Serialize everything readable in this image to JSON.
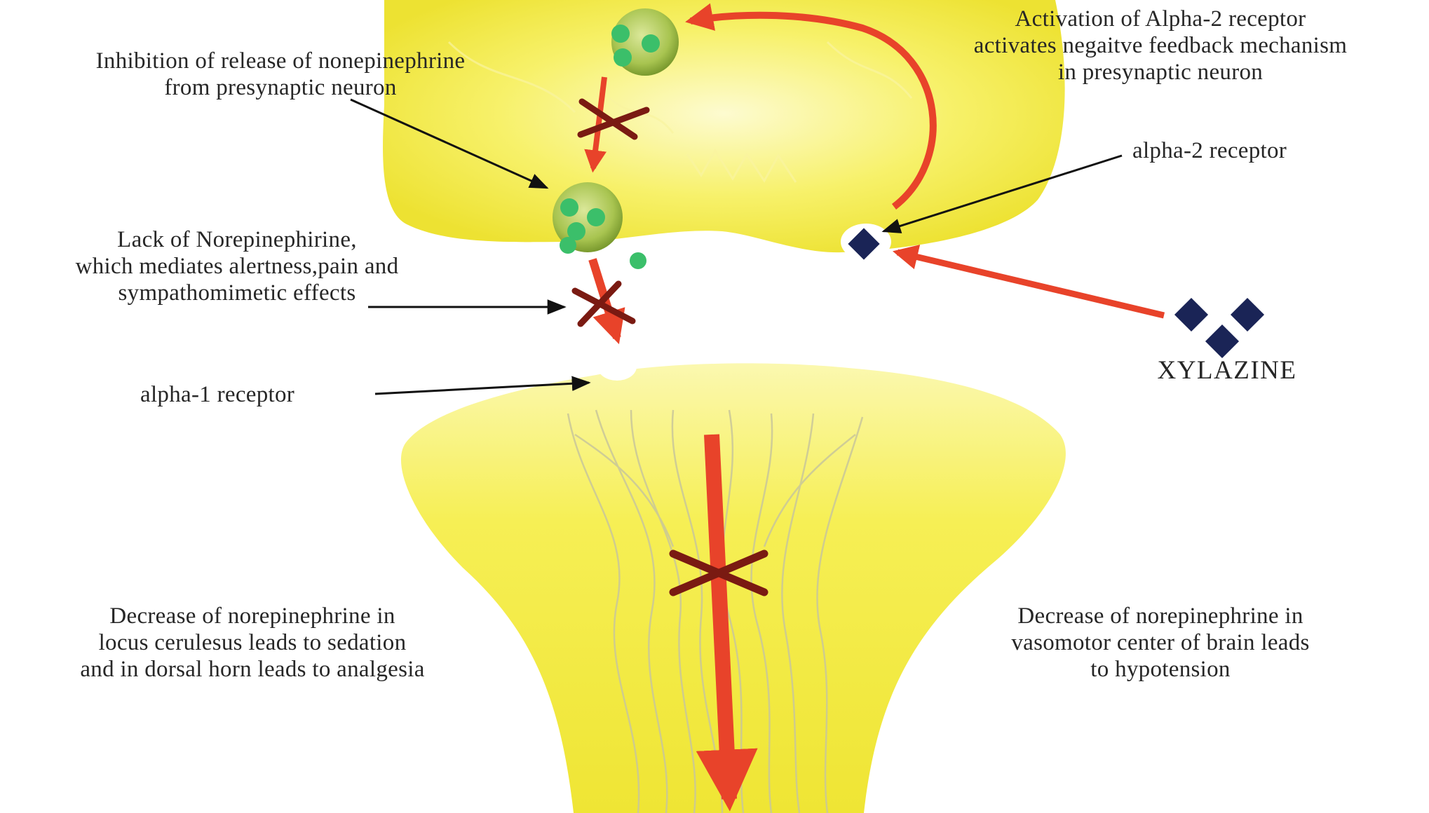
{
  "labels": {
    "inhibition": [
      "Inhibition of release of nonepinephrine",
      "from presynaptic neuron"
    ],
    "activation": [
      "Activation of Alpha-2 receptor",
      "activates negaitve feedback mechanism",
      "in presynaptic neuron"
    ],
    "alpha2_receptor": "alpha-2 receptor",
    "lack": [
      "Lack of Norepinephirine,",
      "which mediates alertness,pain and",
      "sympathomimetic effects"
    ],
    "alpha1_receptor": "alpha-1 receptor",
    "xylazine": "XYLAZINE",
    "decrease_left": [
      "Decrease of norepinephrine in",
      "locus cerulesus leads to sedation",
      "and in dorsal horn leads to analgesia"
    ],
    "decrease_right": [
      "Decrease of norepinephrine in",
      "vasomotor center of brain leads",
      "to hypotension"
    ]
  },
  "colors": {
    "neuron_yellow": "#f4ee3a",
    "neuron_light": "#fbf7a8",
    "arrow_red": "#e8432a",
    "cross_dark_red": "#7a1a12",
    "vesicle_green": "#7fa83a",
    "granule_green": "#3bbf6a",
    "drug_navy": "#1a2456",
    "text": "#262626"
  }
}
